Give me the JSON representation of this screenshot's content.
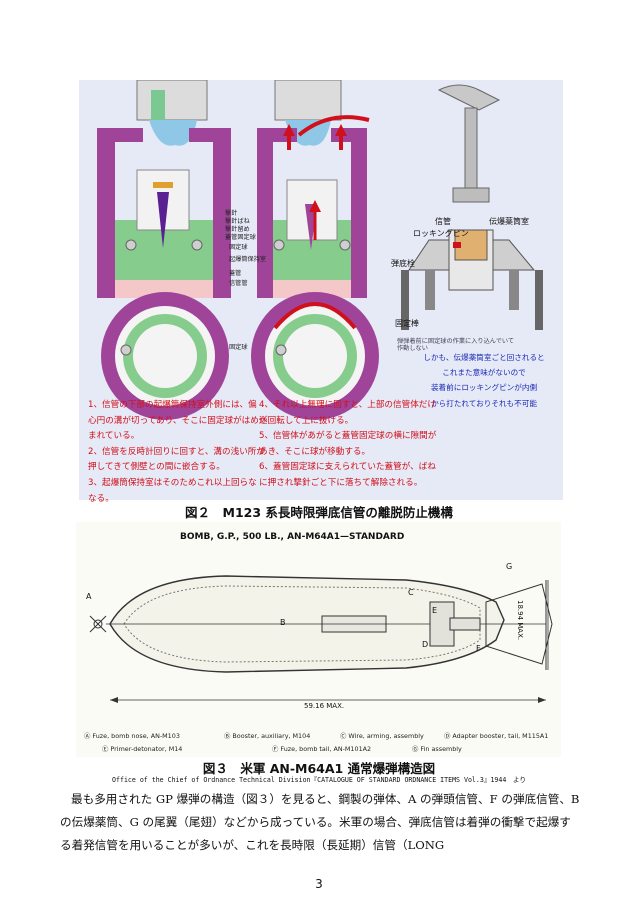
{
  "figure2": {
    "labels_a": [
      "撃針",
      "撃針ばね",
      "撃針留め",
      "蓋管固定球"
    ],
    "labels_b": [
      "固定球",
      "起爆筒保持室",
      "蓋管",
      "信管管"
    ],
    "label_kotei": "固定球",
    "right_labels": {
      "shinkan": "信管",
      "dendoyakuto": "伝爆薬筒室",
      "locking_pin": "ロッキングピン",
      "danteisen": "弾底栓",
      "koteiben": "固定棒",
      "small_note": "弾弾着前に固定球の作業に入り込んでいて作動しない"
    },
    "blue_note": [
      "しかも、伝爆薬筒室ごと回されると",
      "これまた意味がないので",
      "装着前にロッキングピンが内側",
      "から打たれておりそれも不可能"
    ],
    "red_left": [
      "1、信管の下部の起爆筒保持室外側には、偏",
      "心円の溝が切ってあり、そこに固定球がはめ込",
      "まれている。",
      "2、信管を反時計回りに回すと、溝の浅い所が",
      "押してきて側壁との間に嵌合する。",
      "3、起爆筒保持室はそのためこれ以上回らな",
      "なる。"
    ],
    "red_right": [
      "4、それ以上無理に回すと、上部の信管体だけ",
      "が回転して上に抜ける。",
      "5、信管体があがると蓋管固定球の横に隙間が",
      "あき、そこに球が移動する。",
      "6、蓋管固定球に支えられていた蓋管が、ばね",
      "に押され撃針ごと下に落ちて解除される。"
    ],
    "caption": "図２　M123 系長時限弾底信管の離脱防止機構"
  },
  "figure3": {
    "title": "BOMB, G.P., 500 LB., AN-M64A1—STANDARD",
    "letters": [
      "A",
      "B",
      "C",
      "D",
      "E",
      "F",
      "G"
    ],
    "dim_length": "59.16 MAX.",
    "dim_diameter": "18.94 MAX.",
    "legend": [
      "Ⓐ Fuze, bomb nose, AN-M103",
      "Ⓑ Booster, auxiliary, M104",
      "Ⓒ Wire, arming, assembly",
      "Ⓓ Adapter booster, tail, M115A1",
      "Ⓔ Primer-detonator, M14",
      "Ⓕ Fuze, bomb tail, AN-M101A2",
      "Ⓖ Fin assembly"
    ],
    "caption": "図３　米軍 AN-M64A1 通常爆弾構造図"
  },
  "source_line": "Office of the Chief of Ordnance Technical Division『CATALOGUE OF STANDARD ORDNANCE ITEMS Vol.3』1944　より",
  "body_text": "最も多用された GP 爆弾の構造（図３）を見ると、鋼製の弾体、A の弾頭信管、F の弾底信管、B の伝爆薬筒、G の尾翼（尾翅）などから成っている。米軍の場合、弾底信管は着弾の衝撃で起爆する着発信管を用いることが多いが、これを長時限（長延期）信管（LONG",
  "page_number": "3",
  "colors": {
    "purple": "#a0449a",
    "green": "#86cc8c",
    "blue": "#8fc8e6",
    "red": "#d0101a",
    "caption_blue": "#1a2bb8"
  }
}
